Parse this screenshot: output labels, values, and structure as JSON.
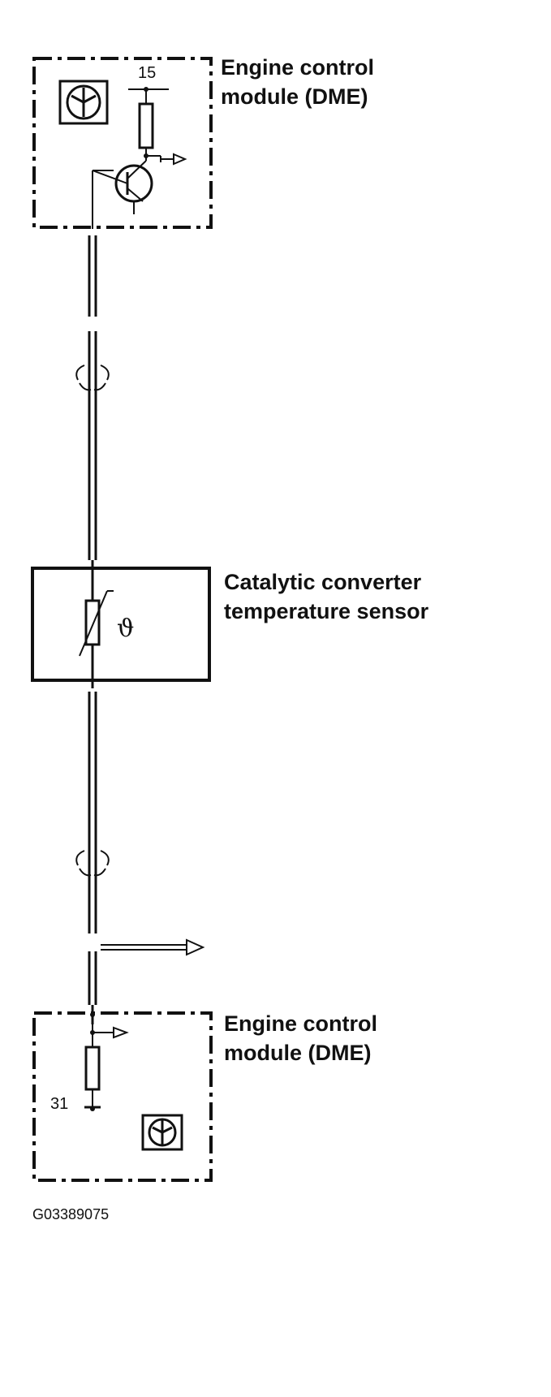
{
  "components": {
    "dme_top": {
      "label_line1": "Engine control",
      "label_line2": "module (DME)",
      "pin": "15"
    },
    "sensor": {
      "label_line1": "Catalytic converter",
      "label_line2": "temperature sensor",
      "symbol": "ϑ"
    },
    "dme_bottom": {
      "label_line1": "Engine control",
      "label_line2": "module (DME)",
      "pin": "31"
    }
  },
  "figure_code": "G03389075",
  "icons": [
    "ecu-transistor-icon",
    "twisted-pair-icon",
    "ground-icon",
    "output-arrow-icon"
  ],
  "colors": {
    "line": "#111111",
    "background": "#ffffff"
  }
}
